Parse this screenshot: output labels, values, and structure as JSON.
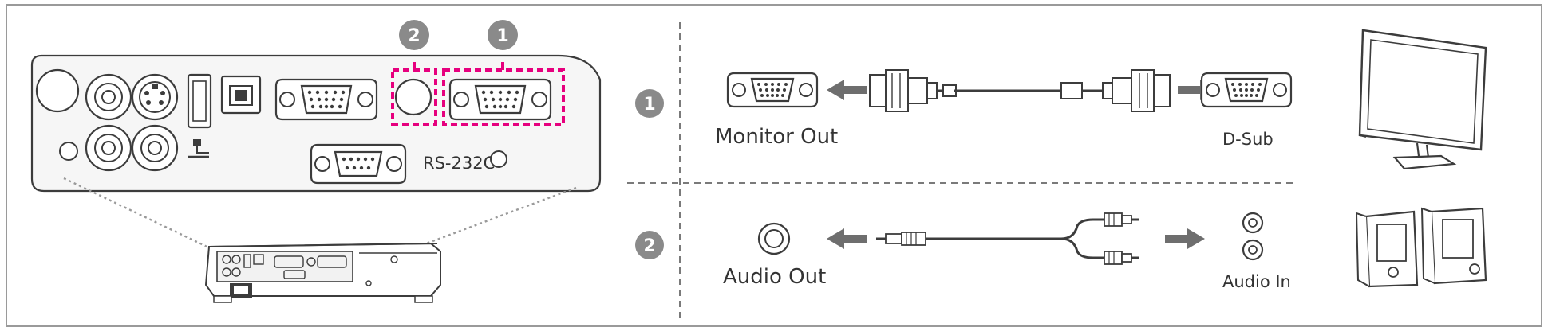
{
  "colors": {
    "frame": "#9a9a9a",
    "panel_fill": "#f6f6f6",
    "stroke": "#3c3c3c",
    "highlight": "#e6007e",
    "badge": "#8a8a8a",
    "arrow": "#6e6e6e",
    "dash": "#7a7a7a"
  },
  "port_panel": {
    "rs232c_label": "RS-232C"
  },
  "badges": {
    "one": "1",
    "two": "2"
  },
  "video_row": {
    "source_label": "Monitor Out",
    "dest_label": "D-Sub",
    "source_icon": "vga-port-icon",
    "dest_icon": "vga-port-icon",
    "dest_device_icon": "monitor-icon"
  },
  "audio_row": {
    "source_label": "Audio Out",
    "dest_label": "Audio In",
    "source_icon": "audio-jack-icon",
    "dest_icon": "rca-jack-icon",
    "dest_device_icon": "speakers-icon"
  }
}
